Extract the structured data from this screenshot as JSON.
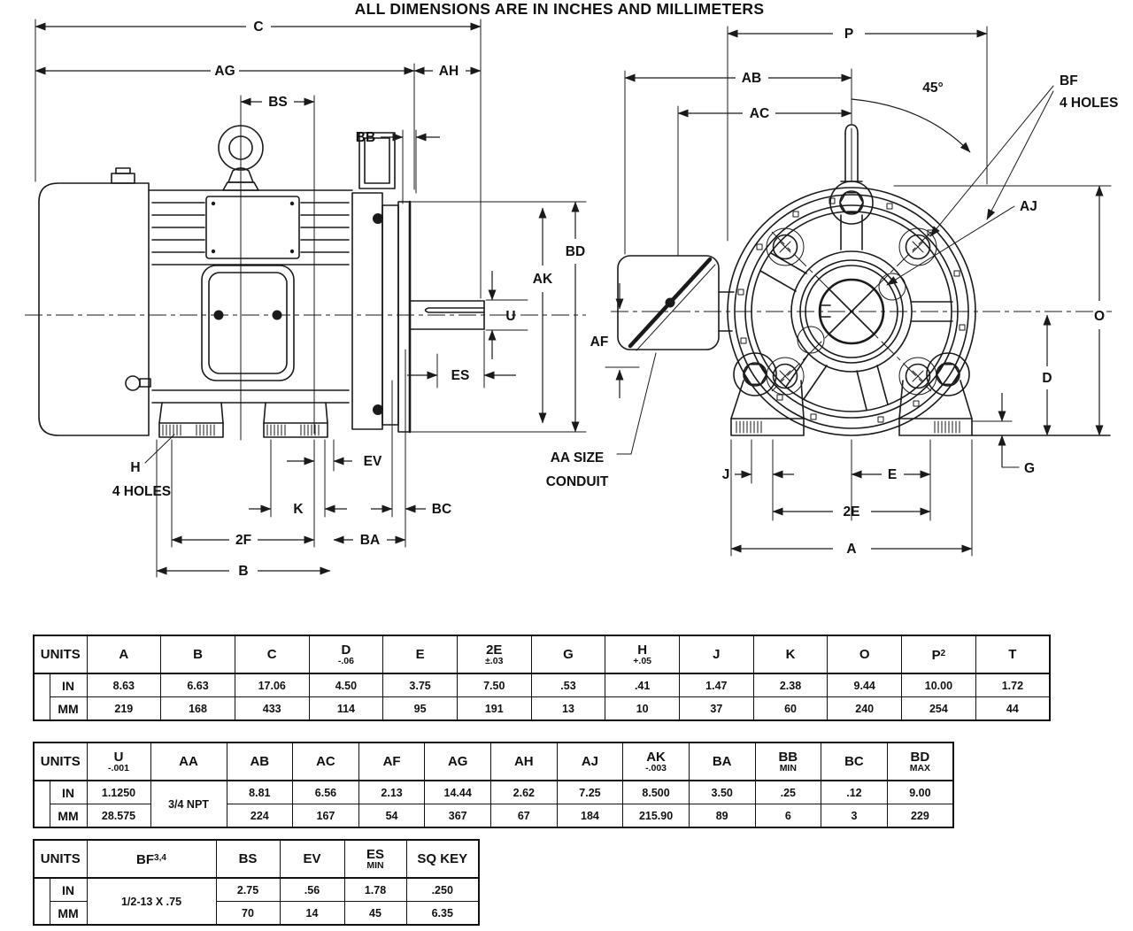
{
  "title": "ALL DIMENSIONS ARE IN INCHES AND MILLIMETERS",
  "drawing": {
    "side_view": {
      "c": "C",
      "ag": "AG",
      "ah": "AH",
      "bs": "BS",
      "bb": "BB",
      "bd": "BD",
      "ak": "AK",
      "u": "U",
      "es": "ES",
      "ev": "EV",
      "k": "K",
      "bc": "BC",
      "f2": "2F",
      "ba": "BA",
      "b": "B",
      "h_note_1": "H",
      "h_note_2": "4 HOLES"
    },
    "front_view": {
      "p": "P",
      "ab": "AB",
      "ac": "AC",
      "angle": "45°",
      "bf_note_1": "BF",
      "bf_note_2": "4 HOLES",
      "aj": "AJ",
      "o": "O",
      "d": "D",
      "g": "G",
      "j": "J",
      "e": "E",
      "e2": "2E",
      "a": "A",
      "af": "AF",
      "conduit_note_1": "AA SIZE",
      "conduit_note_2": "CONDUIT"
    }
  },
  "tables": [
    {
      "units": "UNITS",
      "row_in": "IN",
      "row_mm": "MM",
      "cols": [
        {
          "h": "A"
        },
        {
          "h": "B"
        },
        {
          "h": "C"
        },
        {
          "h": "D",
          "sub": "-.06"
        },
        {
          "h": "E"
        },
        {
          "h": "2E",
          "sub": "±.03"
        },
        {
          "h": "G"
        },
        {
          "h": "H",
          "sub": "+.05"
        },
        {
          "h": "J"
        },
        {
          "h": "K"
        },
        {
          "h": "O"
        },
        {
          "h": "P",
          "sup": "2"
        },
        {
          "h": "T"
        }
      ],
      "in": [
        "8.63",
        "6.63",
        "17.06",
        "4.50",
        "3.75",
        "7.50",
        ".53",
        ".41",
        "1.47",
        "2.38",
        "9.44",
        "10.00",
        "1.72"
      ],
      "mm": [
        "219",
        "168",
        "433",
        "114",
        "95",
        "191",
        "13",
        "10",
        "37",
        "60",
        "240",
        "254",
        "44"
      ]
    },
    {
      "units": "UNITS",
      "row_in": "IN",
      "row_mm": "MM",
      "span_at": 1,
      "span": "3/4 NPT",
      "cols": [
        {
          "h": "U",
          "sub": "-.001"
        },
        {
          "h": "AA"
        },
        {
          "h": "AB"
        },
        {
          "h": "AC"
        },
        {
          "h": "AF"
        },
        {
          "h": "AG"
        },
        {
          "h": "AH"
        },
        {
          "h": "AJ"
        },
        {
          "h": "AK",
          "sub": "-.003"
        },
        {
          "h": "BA"
        },
        {
          "h": "BB",
          "sub": "MIN"
        },
        {
          "h": "BC"
        },
        {
          "h": "BD",
          "sub": "MAX"
        }
      ],
      "in": [
        "1.1250",
        "8.81",
        "6.56",
        "2.13",
        "14.44",
        "2.62",
        "7.25",
        "8.500",
        "3.50",
        ".25",
        ".12",
        "9.00"
      ],
      "mm": [
        "28.575",
        "224",
        "167",
        "54",
        "367",
        "67",
        "184",
        "215.90",
        "89",
        "6",
        "3",
        "229"
      ]
    },
    {
      "units": "UNITS",
      "row_in": "IN",
      "row_mm": "MM",
      "span_at": 0,
      "span": "1/2-13 X .75",
      "cols": [
        {
          "h": "BF",
          "sup": "3,4"
        },
        {
          "h": "BS"
        },
        {
          "h": "EV"
        },
        {
          "h": "ES",
          "sub": "MIN"
        },
        {
          "h": "SQ KEY"
        }
      ],
      "in": [
        "2.75",
        ".56",
        "1.78",
        ".250"
      ],
      "mm": [
        "70",
        "14",
        "45",
        "6.35"
      ]
    }
  ]
}
